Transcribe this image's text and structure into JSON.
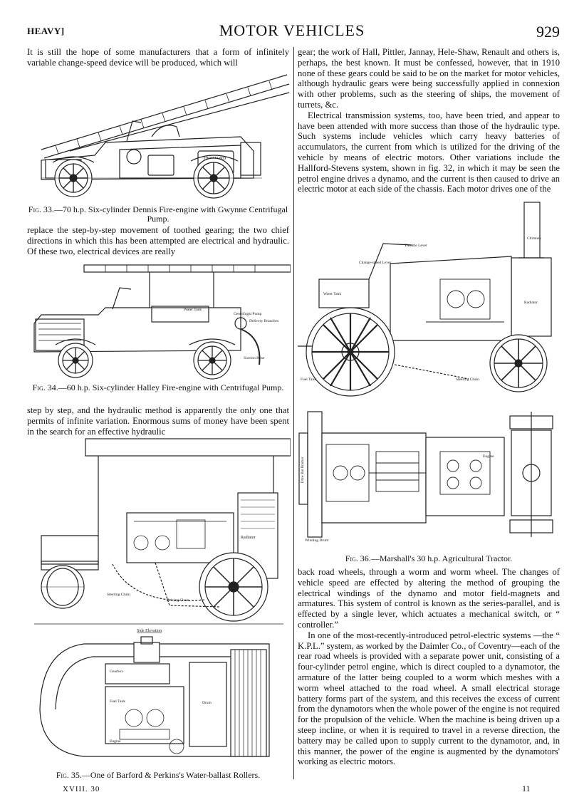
{
  "header": {
    "section": "HEAVY]",
    "title": "MOTOR VEHICLES",
    "page_number": "929"
  },
  "left_column": {
    "para_top": "It is still the hope of some manufacturers that a form of infinitely variable change-speed device will be produced, which will",
    "fig33_caption_label": "Fig. 33.",
    "fig33_caption": "—70 h.p. Six-cylinder Dennis Fire-engine with Gwynne Centrifugal Pump.",
    "para_middle": "replace the step-by-step movement of toothed gearing; the two chief directions in which this has been attempted are electrical and hydraulic. Of these two, electrical devices are really",
    "fig34_caption_label": "Fig. 34.",
    "fig34_caption": "—60 h.p. Six-cylinder Halley Fire-engine with Centrifugal Pump.",
    "para_lower": "step by step, and the hydraulic method is apparently the only one that permits of infinite variation. Enormous sums of money have been spent in the search for an effective hydraulic",
    "fig35_caption_label": "Fig. 35.",
    "fig35_caption": "—One of Barford & Perkins's Water-ballast Rollers."
  },
  "right_column": {
    "para1": "gear; the work of Hall, Pittler, Jannay, Hele-Shaw, Renault and others is, perhaps, the best known. It must be confessed, however, that in 1910 none of these gears could be said to be on the market for motor vehicles, although hydraulic gears were being successfully applied in connexion with other problems, such as the steering of ships, the movement of turrets, &c.",
    "para2": "Electrical transmission systems, too, have been tried, and appear to have been attended with more success than those of the hydraulic type. Such systems include vehicles which carry heavy batteries of accumulators, the current from which is utilized for the driving of the vehicle by means of electric motors. Other variations include the Hallford-Stevens system, shown in fig. 32, in which it may be seen the petrol engine drives a dynamo, and the current is then caused to drive an electric motor at each side of the chassis. Each motor drives one of the",
    "fig36_caption_label": "Fig. 36.",
    "fig36_caption": "—Marshall's 30 h.p. Agricultural Tractor.",
    "para3": "back road wheels, through a worm and worm wheel. The changes of vehicle speed are effected by altering the method of grouping the electrical windings of the dynamo and motor field-magnets and armatures. This system of control is known as the series-parallel, and is effected by a single lever, which actuates a mechanical switch, or “ controller.”",
    "para4": "In one of the most-recently-introduced petrol-electric systems —the “ K.P.L.” system, as worked by the Daimler Co., of Coventry—each of the rear road wheels is provided with a separate power unit, consisting of a four-cylinder petrol engine, which is direct coupled to a dynamotor, the armature of the latter being coupled to a worm which meshes with a worm wheel attached to the road wheel. A small electrical storage battery forms part of the system, and this receives the excess of current from the dynamotors when the whole power of the engine is not required for the propulsion of the vehicle. When the machine is being driven up a steep incline, or when it is required to travel in a reverse direction, the battery may be called upon to supply current to the dynamotor, and, in this manner, the power of the engine is augmented by the dynamotors' working as electric motors."
  },
  "figure_labels": {
    "fig34": [
      "Water Tank",
      "Centrifugal Pump",
      "Delivery Branches",
      "Suction Hose"
    ],
    "fig35": [
      "Radiator",
      "Steering Chain",
      "Driving Chain",
      "Side Elevation",
      "Gearbox",
      "Fuel Tank",
      "Engine",
      "Drum"
    ],
    "fig36_top": [
      "Throttle Lever",
      "Change-speed Lever",
      "Water Tank",
      "Radiator",
      "Chimney",
      "Fuel Tank",
      "Steering Chain"
    ],
    "fig36_bottom": [
      "Draw Bar Bracket",
      "Winding Drum",
      "Engine"
    ]
  },
  "footer": {
    "signature": "XVIII. 30",
    "signature_right": "11"
  }
}
